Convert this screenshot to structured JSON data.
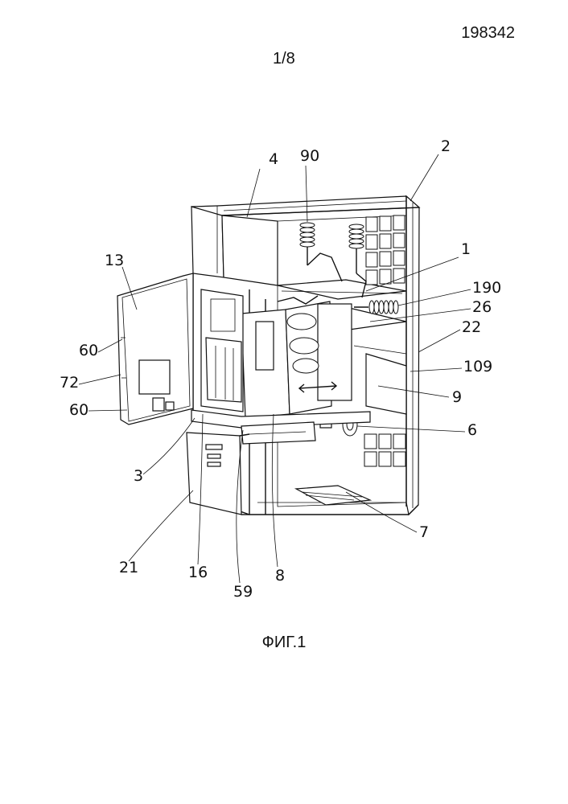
{
  "header": {
    "doc_number": "198342",
    "sheet": "1/8"
  },
  "figure": {
    "caption": "ФИГ.1",
    "reference_numerals": [
      "4",
      "90",
      "2",
      "13",
      "1",
      "190",
      "26",
      "60",
      "22",
      "109",
      "72",
      "9",
      "60",
      "6",
      "3",
      "7",
      "21",
      "16",
      "59",
      "8"
    ]
  }
}
